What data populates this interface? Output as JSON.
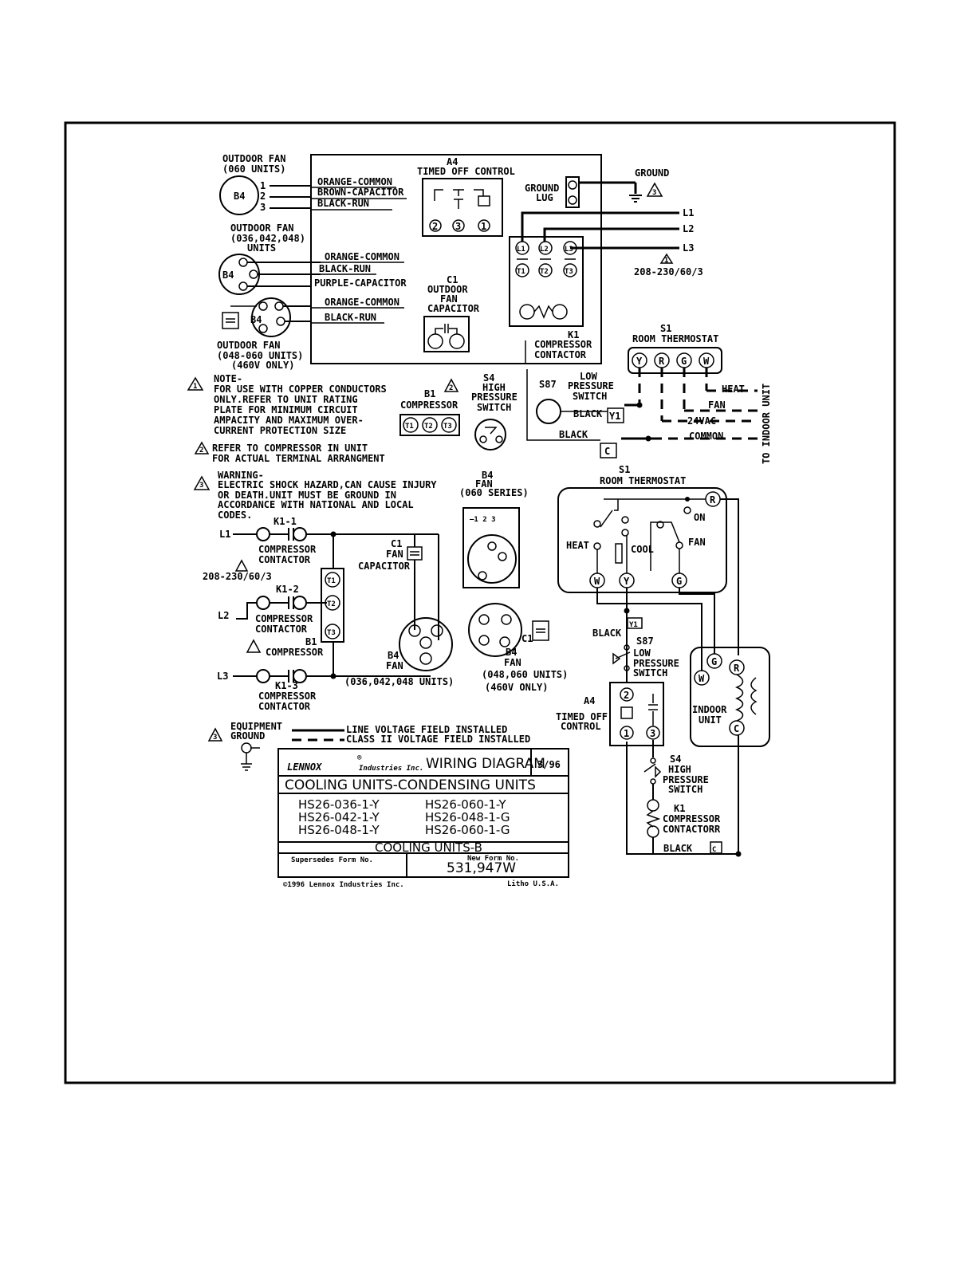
{
  "outdoor_fan_060": {
    "title": "OUTDOOR FAN",
    "sub": "(060 UNITS)",
    "motor": "B4",
    "pins": [
      "1",
      "2",
      "3"
    ],
    "wires": [
      "ORANGE-COMMON",
      "BROWN-CAPACITOR",
      "BLACK-RUN"
    ]
  },
  "outdoor_fan_036": {
    "title": "OUTDOOR FAN",
    "sub1": "(036,042,048)",
    "sub2": "UNITS",
    "motor": "B4",
    "wires": [
      "ORANGE-COMMON",
      "BLACK-RUN",
      "PURPLE-CAPACITOR"
    ]
  },
  "outdoor_fan_048": {
    "motor": "B4",
    "wires": [
      "ORANGE-COMMON",
      "BLACK-RUN"
    ],
    "title": "OUTDOOR FAN",
    "sub1": "(048-060 UNITS)",
    "sub2": "(460V ONLY)"
  },
  "a4": {
    "id": "A4",
    "label": "TIMED OFF CONTROL",
    "terms": [
      "2",
      "3",
      "1"
    ]
  },
  "ground_lug": {
    "line1": "GROUND",
    "line2": "LUG"
  },
  "ground": {
    "label": "GROUND",
    "note_num": "3"
  },
  "lines": [
    "L1",
    "L2",
    "L3"
  ],
  "supply": {
    "label": "208-230/60/3",
    "note_num": "1"
  },
  "k1_terms": {
    "top": [
      "L1",
      "L2",
      "L3"
    ],
    "bottom": [
      "T1",
      "T2",
      "T3"
    ]
  },
  "c1": {
    "id": "C1",
    "l1": "OUTDOOR",
    "l2": "FAN",
    "l3": "CAPACITOR"
  },
  "k1": {
    "id": "K1",
    "l1": "COMPRESSOR",
    "l2": "CONTACTOR"
  },
  "s1_top": {
    "id": "S1",
    "label": "ROOM THERMOSTAT",
    "terms": [
      "Y",
      "R",
      "G",
      "W"
    ]
  },
  "notes": {
    "n1_lines": [
      "NOTE-",
      "FOR USE WITH COPPER CONDUCTORS",
      "ONLY.REFER TO UNIT RATING",
      "PLATE FOR MINIMUM CIRCUIT",
      "AMPACITY AND MAXIMUM OVER-",
      "CURRENT PROTECTION SIZE"
    ],
    "n2_lines": [
      "REFER TO COMPRESSOR IN UNIT",
      "FOR ACTUAL TERMINAL ARRANGMENT"
    ],
    "n3_lines": [
      "WARNING-",
      "ELECTRIC SHOCK HAZARD,CAN CAUSE INJURY",
      "OR DEATH.UNIT MUST BE GROUND IN",
      "ACCORDANCE WITH NATIONAL AND LOCAL",
      "CODES."
    ],
    "nums": [
      "1",
      "2",
      "3"
    ]
  },
  "b1": {
    "id": "B1",
    "label": "COMPRESSOR",
    "terms": [
      "T1",
      "T2",
      "T3"
    ],
    "note_num": "2"
  },
  "s4": {
    "id": "S4",
    "l1": "HIGH",
    "l2": "PRESSURE",
    "l3": "SWITCH"
  },
  "s87": {
    "id": "S87",
    "l1": "LOW",
    "l2": "PRESSURE",
    "l3": "SWITCH",
    "wire": "BLACK",
    "term": "Y1"
  },
  "black_c": {
    "wire": "BLACK",
    "term": "C"
  },
  "field": {
    "heat": "HEAT",
    "fan": "FAN",
    "vac": "24VAC",
    "common": "COMMON",
    "to_indoor": "TO INDOOR UNIT"
  },
  "ladder": {
    "l1": "L1",
    "l2": "L2",
    "l3": "L3",
    "k11": "K1-1",
    "k12": "K1-2",
    "k13": "K1-3",
    "comp": "COMPRESSOR",
    "cont": "CONTACTOR",
    "supply": "208-230/60/3",
    "c1": "C1",
    "fan": "FAN",
    "cap": "CAPACITOR",
    "b1": "B1",
    "compressor": "COMPRESSOR",
    "terms": [
      "T1",
      "T2",
      "T3"
    ],
    "b4": "B4",
    "b4fan": "FAN",
    "units": "(036,042,048 UNITS)"
  },
  "fan_060": {
    "id": "B4",
    "fan": "FAN",
    "series": "(060 SERIES)",
    "pins": "—1 2 3"
  },
  "fan_460": {
    "id": "B4",
    "fan": "FAN",
    "units": "(048,060 UNITS)",
    "volt": "(460V ONLY)",
    "c1": "C1"
  },
  "s1_sch": {
    "id": "S1",
    "label": "ROOM THERMOSTAT",
    "heat": "HEAT",
    "cool": "COOL",
    "on": "ON",
    "fan": "FAN",
    "terms": [
      "R",
      "W",
      "Y",
      "G"
    ]
  },
  "sch_s87": {
    "wire": "BLACK",
    "term": "Y1",
    "id": "S87",
    "l1": "LOW",
    "l2": "PRESSURE",
    "l3": "SWITCH"
  },
  "sch_a4": {
    "id": "A4",
    "l1": "TIMED OFF",
    "l2": "CONTROL",
    "terms": [
      "2",
      "1",
      "3"
    ]
  },
  "sch_s4": {
    "id": "S4",
    "l1": "HIGH",
    "l2": "PRESSURE",
    "l3": "SWITCH"
  },
  "sch_k1": {
    "id": "K1",
    "l1": "COMPRESSOR",
    "l2": "CONTACTORR"
  },
  "sch_bottom": {
    "wire": "BLACK",
    "term": "C"
  },
  "indoor": {
    "l1": "INDOOR",
    "l2": "UNIT",
    "terms": [
      "G",
      "R",
      "W",
      "C"
    ]
  },
  "legend": {
    "equip1": "EQUIPMENT",
    "equip2": "GROUND",
    "line": "LINE VOLTAGE FIELD INSTALLED",
    "class2": "CLASS II VOLTAGE FIELD INSTALLED",
    "note_num": "3"
  },
  "titleblock": {
    "brand": "LENNOX",
    "reg": "®",
    "industries": "Industries Inc.",
    "doc": "WIRING DIAGRAM",
    "date": "3/96",
    "subtitle": "COOLING UNITS-CONDENSING UNITS",
    "models_left": [
      "HS26-036-1-Y",
      "HS26-042-1-Y",
      "HS26-048-1-Y"
    ],
    "models_right": [
      "HS26-060-1-Y",
      "HS26-048-1-G",
      "HS26-060-1-G"
    ],
    "series": "COOLING UNITS-B",
    "supersedes": "Supersedes Form No.",
    "newform": "New Form No.",
    "formno": "531,947W",
    "copyright": "©1996 Lennox Industries Inc.",
    "litho": "Litho U.S.A."
  }
}
